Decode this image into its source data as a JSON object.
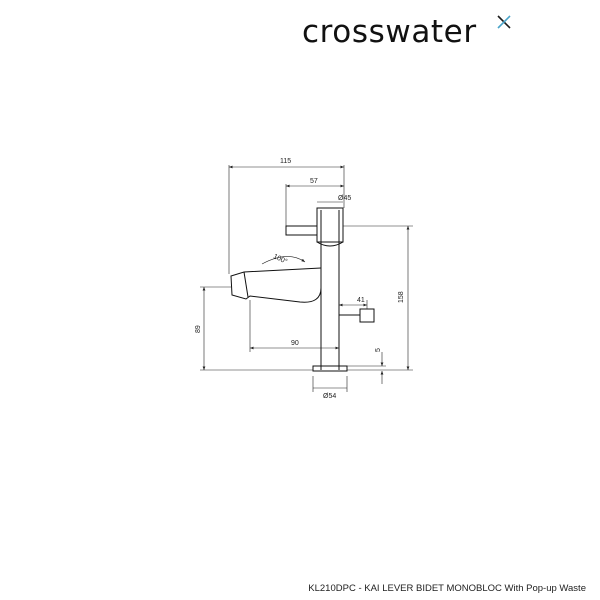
{
  "brand": {
    "name": "crosswater",
    "mark_colors": {
      "dark": "#1b1b1b",
      "accent": "#4aa3c8"
    }
  },
  "dimensions": {
    "overall_width": "115",
    "lever_offset": "57",
    "lever_diameter": "Ø45",
    "lever_angle": "100°",
    "total_height": "158",
    "spout_height": "89",
    "spout_reach": "90",
    "popup_offset": "41",
    "base_thickness": "5",
    "base_diameter": "Ø54"
  },
  "caption": "KL210DPC - KAI LEVER BIDET MONOBLOC With Pop-up Waste"
}
